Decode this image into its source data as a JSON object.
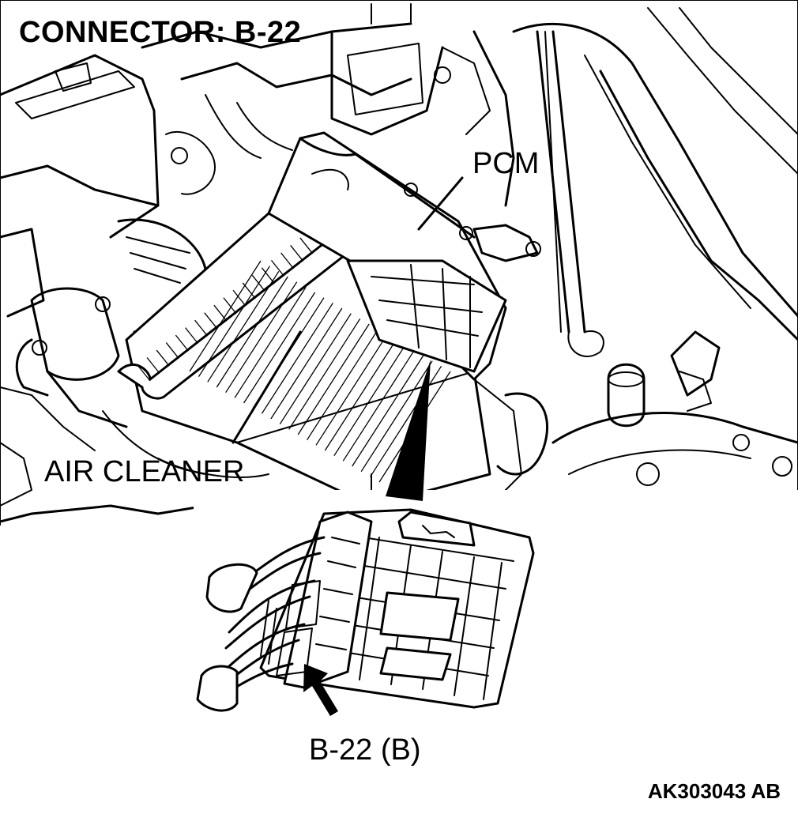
{
  "title": "CONNECTOR: B-22",
  "labels": {
    "pcm": "PCM",
    "air_cleaner": "AIR CLEANER",
    "connector": "B-22 (B)"
  },
  "figure_code": "AK303043 AB"
}
